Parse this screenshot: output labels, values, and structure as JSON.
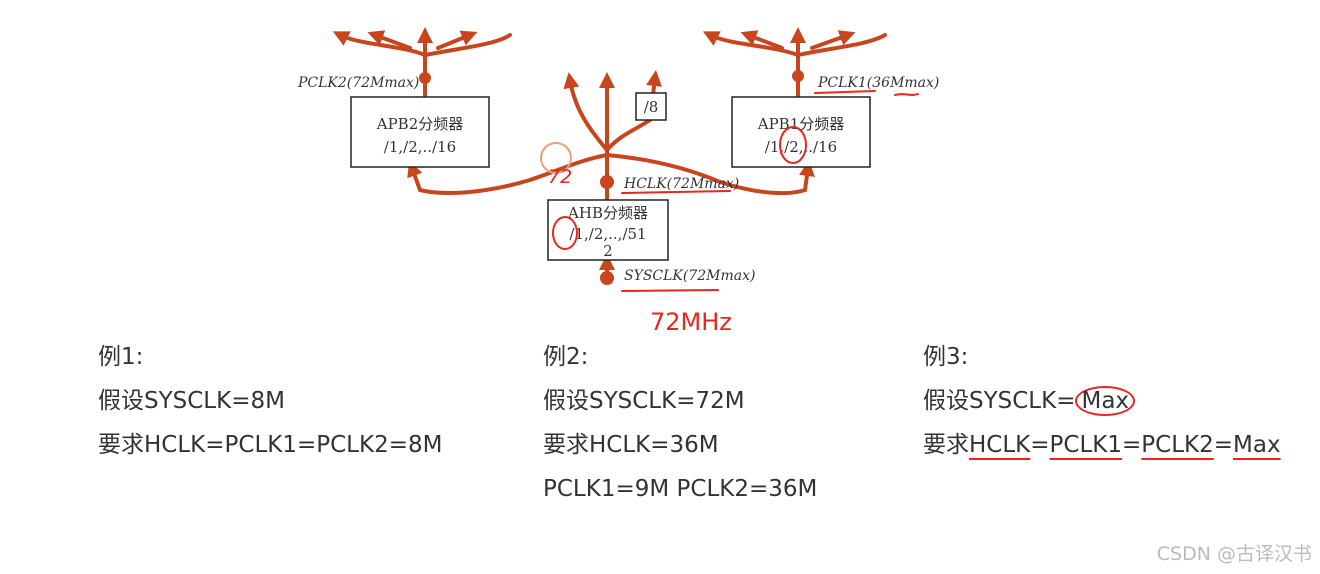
{
  "diagram": {
    "apb2_box": {
      "title": "APB2分频器",
      "options": "/1,/2,../16"
    },
    "apb1_box": {
      "title": "APB1分频器",
      "options": "/1,/2,../16"
    },
    "ahb_box": {
      "title": "AHB分频器",
      "options_line1": "/1,/2,..,/51",
      "options_line2": "2"
    },
    "div8_box": "/8",
    "labels": {
      "pclk2": "PCLK2(72Mmax)",
      "pclk1": "PCLK1(36Mmax)",
      "hclk": "HCLK(72Mmax)",
      "sysclk": "SYSCLK(72Mmax)"
    },
    "annotations": {
      "freq_72mhz": "72MHz",
      "div_72": "72"
    },
    "colors": {
      "tree": "#c8461e",
      "pen": "#e8271e"
    }
  },
  "examples": [
    {
      "title": "例1:",
      "line1": "假设SYSCLK=8M",
      "line2": "要求HCLK=PCLK1=PCLK2=8M"
    },
    {
      "title": "例2:",
      "line1": "假设SYSCLK=72M",
      "line2": "要求HCLK=36M",
      "line3": "PCLK1=9M PCLK2=36M"
    },
    {
      "title": "例3:",
      "line1_prefix": "假设SYSCLK=",
      "line1_max": "Max",
      "line2": {
        "prefix": "要求",
        "hclk": "HCLK",
        "eq1": "=",
        "pclk1": "PCLK1",
        "eq2": "=",
        "pclk2": "PCLK2",
        "eq3": "=",
        "max": "Max"
      }
    }
  ],
  "watermark": "CSDN @古译汉书"
}
